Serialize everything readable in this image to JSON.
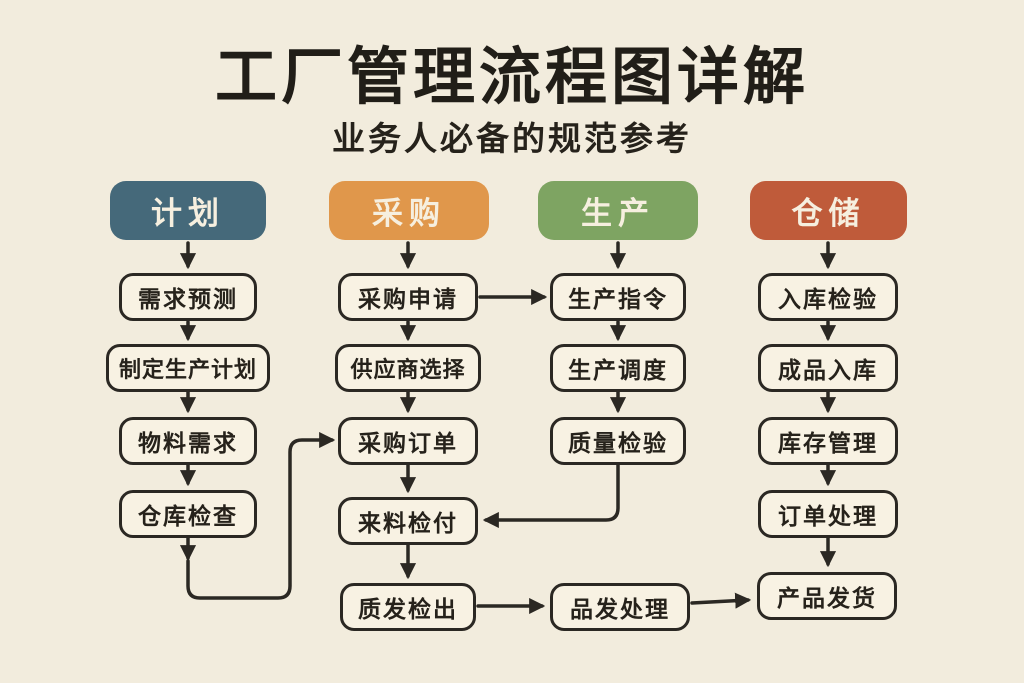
{
  "title": "工厂管理流程图详解",
  "subtitle": "业务人必备的规范参考",
  "palette": {
    "background": "#f2ecdd",
    "box_fill": "#f8f2e3",
    "line_color": "#2b2823",
    "header_text_color": "#f6efdf",
    "plan_color": "#45697a",
    "procurement_color": "#e0974b",
    "production_color": "#7ea462",
    "warehouse_color": "#bf5b3a"
  },
  "columns": [
    {
      "header": "计划",
      "steps": [
        "需求预测",
        "制定生产计划",
        "物料需求",
        "仓库检查"
      ]
    },
    {
      "header": "采购",
      "steps": [
        "采购申请",
        "供应商选择",
        "采购订单",
        "来料检付",
        "质发检出"
      ]
    },
    {
      "header": "生产",
      "steps": [
        "生产指令",
        "生产调度",
        "质量检验"
      ]
    },
    {
      "header": "仓储",
      "steps": [
        "入库检验",
        "成品入库",
        "库存管理",
        "订单处理",
        "产品发货"
      ]
    }
  ],
  "bridge": {
    "label": "品发处理"
  },
  "flows": [
    "计划→需求预测→制定生产计划→物料需求→仓库检查→采购订单",
    "采购→采购申请→供应商选择→采购订单→来料检付→质发检出→品发处理→产品发货",
    "采购申请→生产指令",
    "生产→生产指令→生产调度→质量检验→来料检付",
    "仓储→入库检验→成品入库→库存管理→订单处理→产品发货"
  ]
}
